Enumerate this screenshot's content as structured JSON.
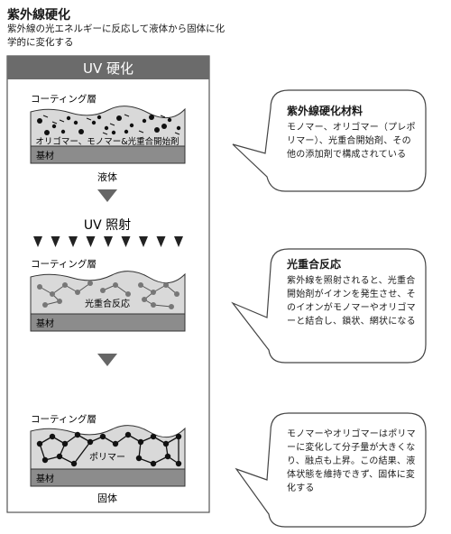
{
  "header": {
    "title": "紫外線硬化",
    "subtitle": "紫外線の光エネルギーに反応して液体から固体に化学的に変化する"
  },
  "panel": {
    "title": "UV 硬化",
    "stages": [
      {
        "coating_label": "コーティング層",
        "inner_label": "オリゴマー、モノマー&光重合開始剤",
        "substrate_label": "基材",
        "state_label": "液体"
      },
      {
        "coating_label": "コーティング層",
        "inner_label": "光重合反応",
        "substrate_label": "基材",
        "state_label": ""
      },
      {
        "coating_label": "コーティング層",
        "inner_label": "ポリマー",
        "substrate_label": "基材",
        "state_label": "固体"
      }
    ],
    "uv_label": "UV 照射"
  },
  "bubbles": [
    {
      "title": "紫外線硬化材料",
      "body": "モノマー、オリゴマー（プレポリマー）、光重合開始剤、その他の添加剤で構成されている"
    },
    {
      "title": "光重合反応",
      "body": "紫外線を照射されると、光重合開始剤がイオンを発生させ、そのイオンがモノマーやオリゴマーと結合し、鎖状、網状になる"
    },
    {
      "title": "",
      "body": "モノマーやオリゴマーはポリマーに変化して分子量が大きくなり、融点も上昇。この結果、液体状態を維持できず、固体に変化する"
    }
  ],
  "colors": {
    "panel_header": "#6b6b6b",
    "substrate": "#8c8c8c",
    "coating": "#d9d9d9",
    "outline": "#333333"
  }
}
